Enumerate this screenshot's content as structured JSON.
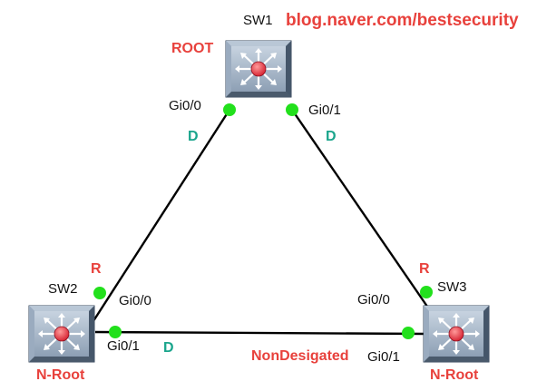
{
  "watermark": "blog.naver.com/bestsecurity",
  "switches": {
    "sw1": {
      "name": "SW1",
      "role": "ROOT"
    },
    "sw2": {
      "name": "SW2",
      "role": "N-Root"
    },
    "sw3": {
      "name": "SW3",
      "role": "N-Root"
    }
  },
  "ports": {
    "sw1_gi00": "Gi0/0",
    "sw1_gi01": "Gi0/1",
    "sw2_gi00": "Gi0/0",
    "sw2_gi01": "Gi0/1",
    "sw3_gi00": "Gi0/0",
    "sw3_gi01": "Gi0/1"
  },
  "port_roles": {
    "sw1_gi00": "D",
    "sw1_gi01": "D",
    "sw2_gi00": "R",
    "sw2_gi01": "D",
    "sw3_gi00": "R",
    "sw3_gi01": "NonDesigated"
  },
  "colors": {
    "role_red": "#e8413c",
    "designated_green": "#1aa58c",
    "port_dot": "#22e01c",
    "switch_body": "#6d8199"
  }
}
